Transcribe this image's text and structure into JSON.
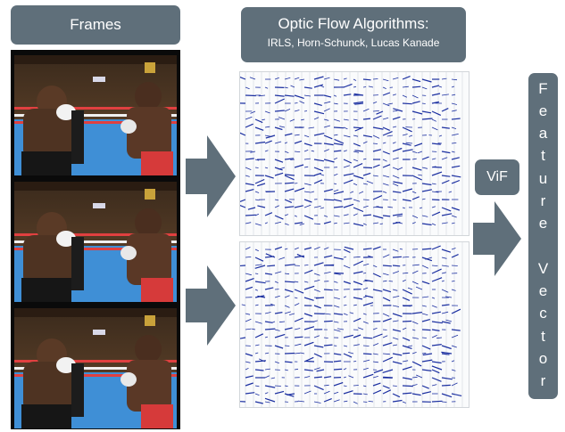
{
  "frames_label": "Frames",
  "algorithms": {
    "title": "Optic Flow Algorithms:",
    "subtitle": "IRLS, Horn-Schunck, Lucas Kanade"
  },
  "vif_label": "ViF",
  "feature_vector": {
    "letters": [
      "F",
      "e",
      "a",
      "t",
      "u",
      "r",
      "e",
      "",
      "V",
      "e",
      "c",
      "t",
      "o",
      "r"
    ]
  },
  "frames": [
    {
      "name": "frame-1"
    },
    {
      "name": "frame-2"
    },
    {
      "name": "frame-3"
    }
  ],
  "colors": {
    "box": "#5f6f7a",
    "arrow": "#5f6f7a",
    "flow_vectors": "#1a2ea0"
  }
}
